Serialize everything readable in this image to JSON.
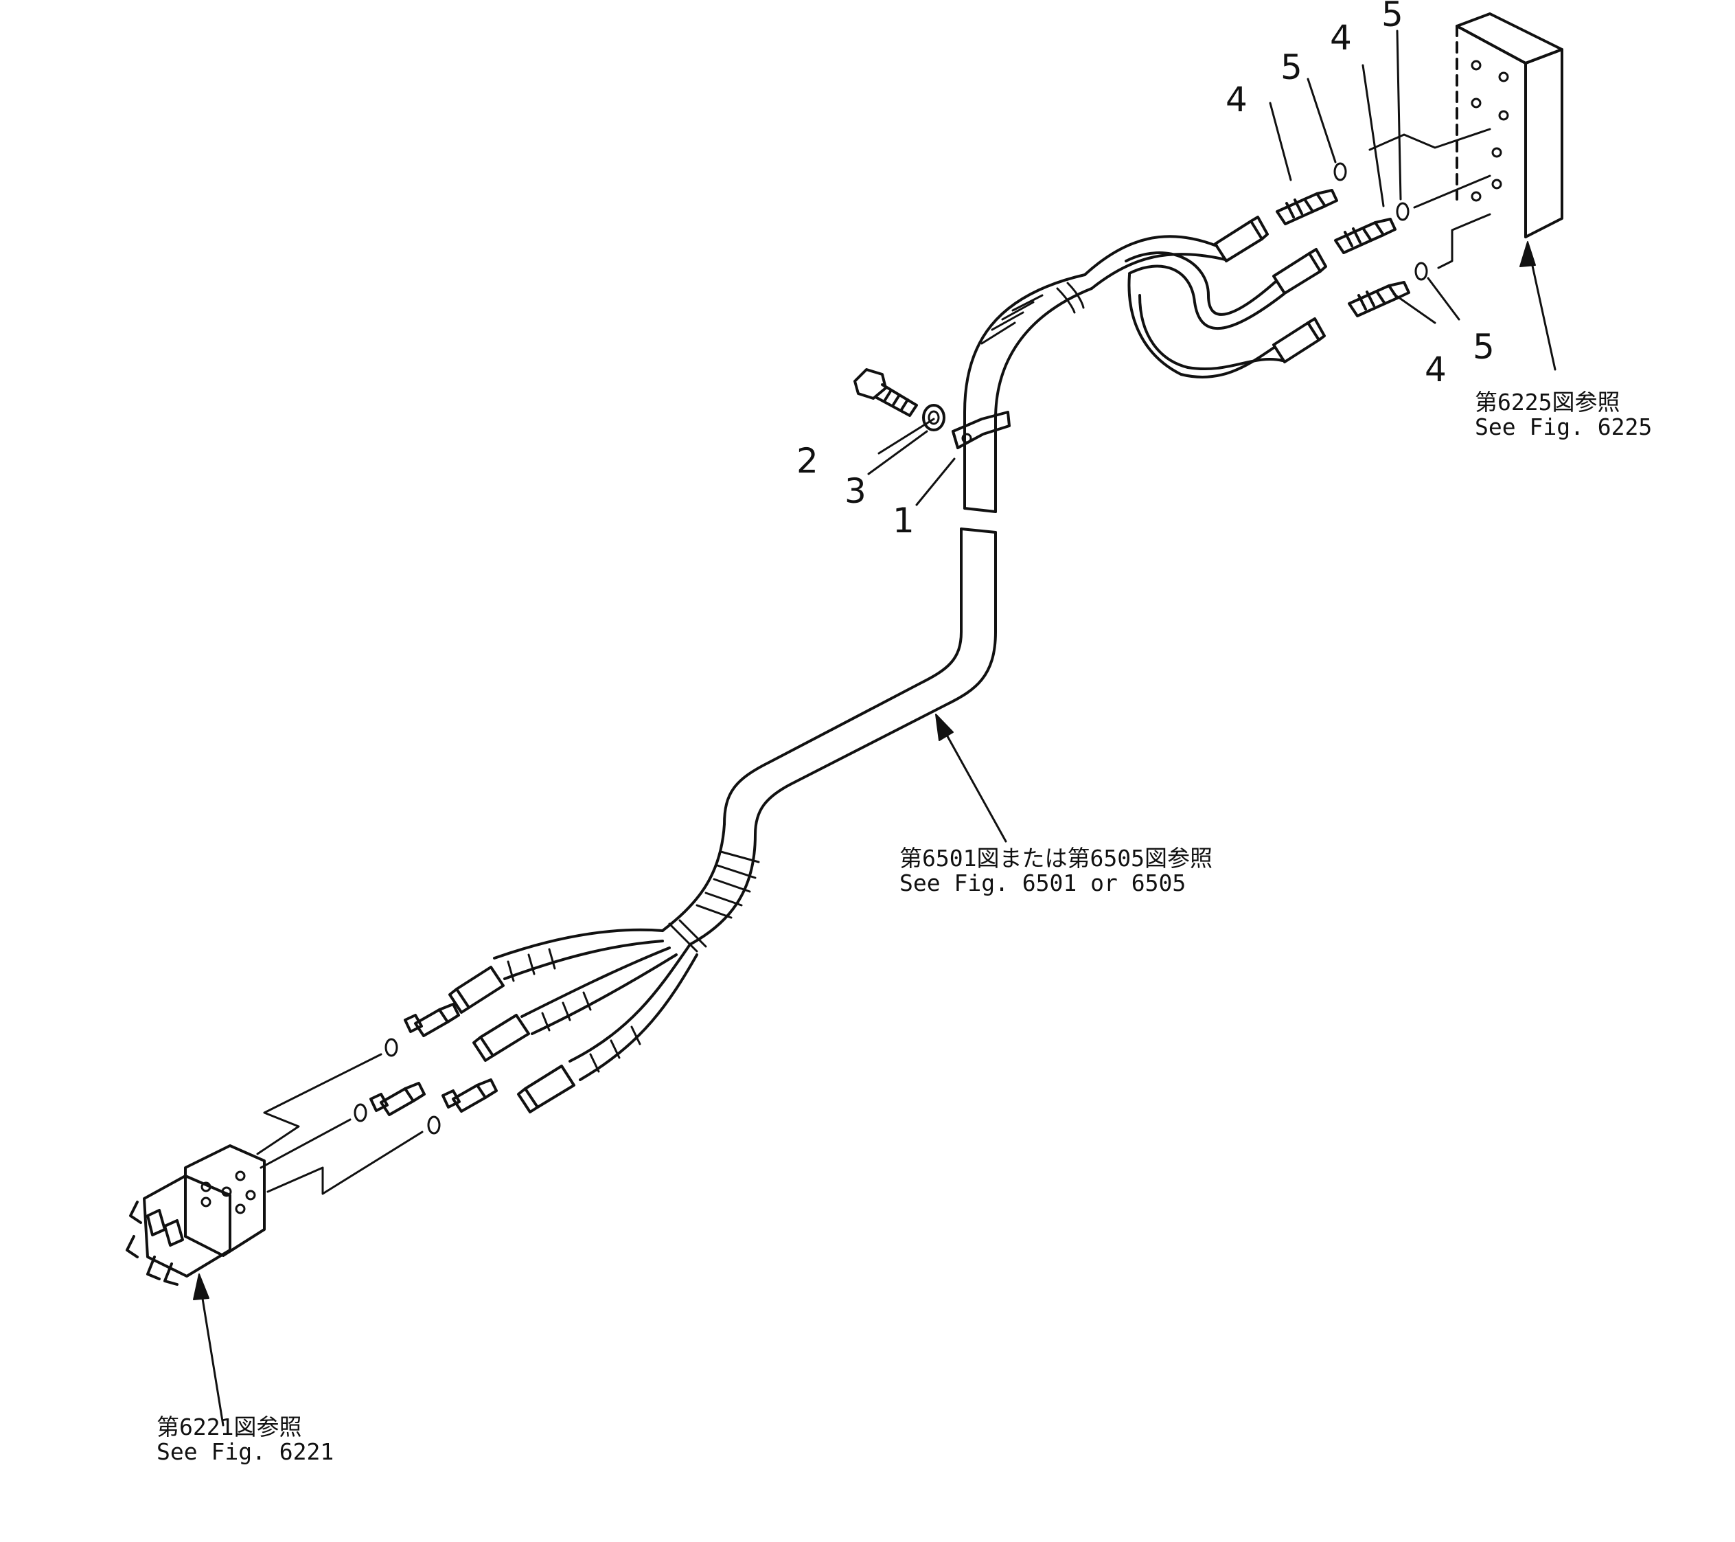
{
  "callouts": [
    "1",
    "2",
    "3",
    "4",
    "5"
  ],
  "references": {
    "top_right": {
      "ja": "第6225図参照",
      "en": "See Fig. 6225"
    },
    "middle": {
      "ja": "第6501図または第6505図参照",
      "en": "See Fig. 6501 or 6505"
    },
    "bottom_left": {
      "ja": "第6221図参照",
      "en": "See Fig. 6221"
    }
  },
  "colors": {
    "ink": "#111111",
    "paper": "#ffffff"
  }
}
